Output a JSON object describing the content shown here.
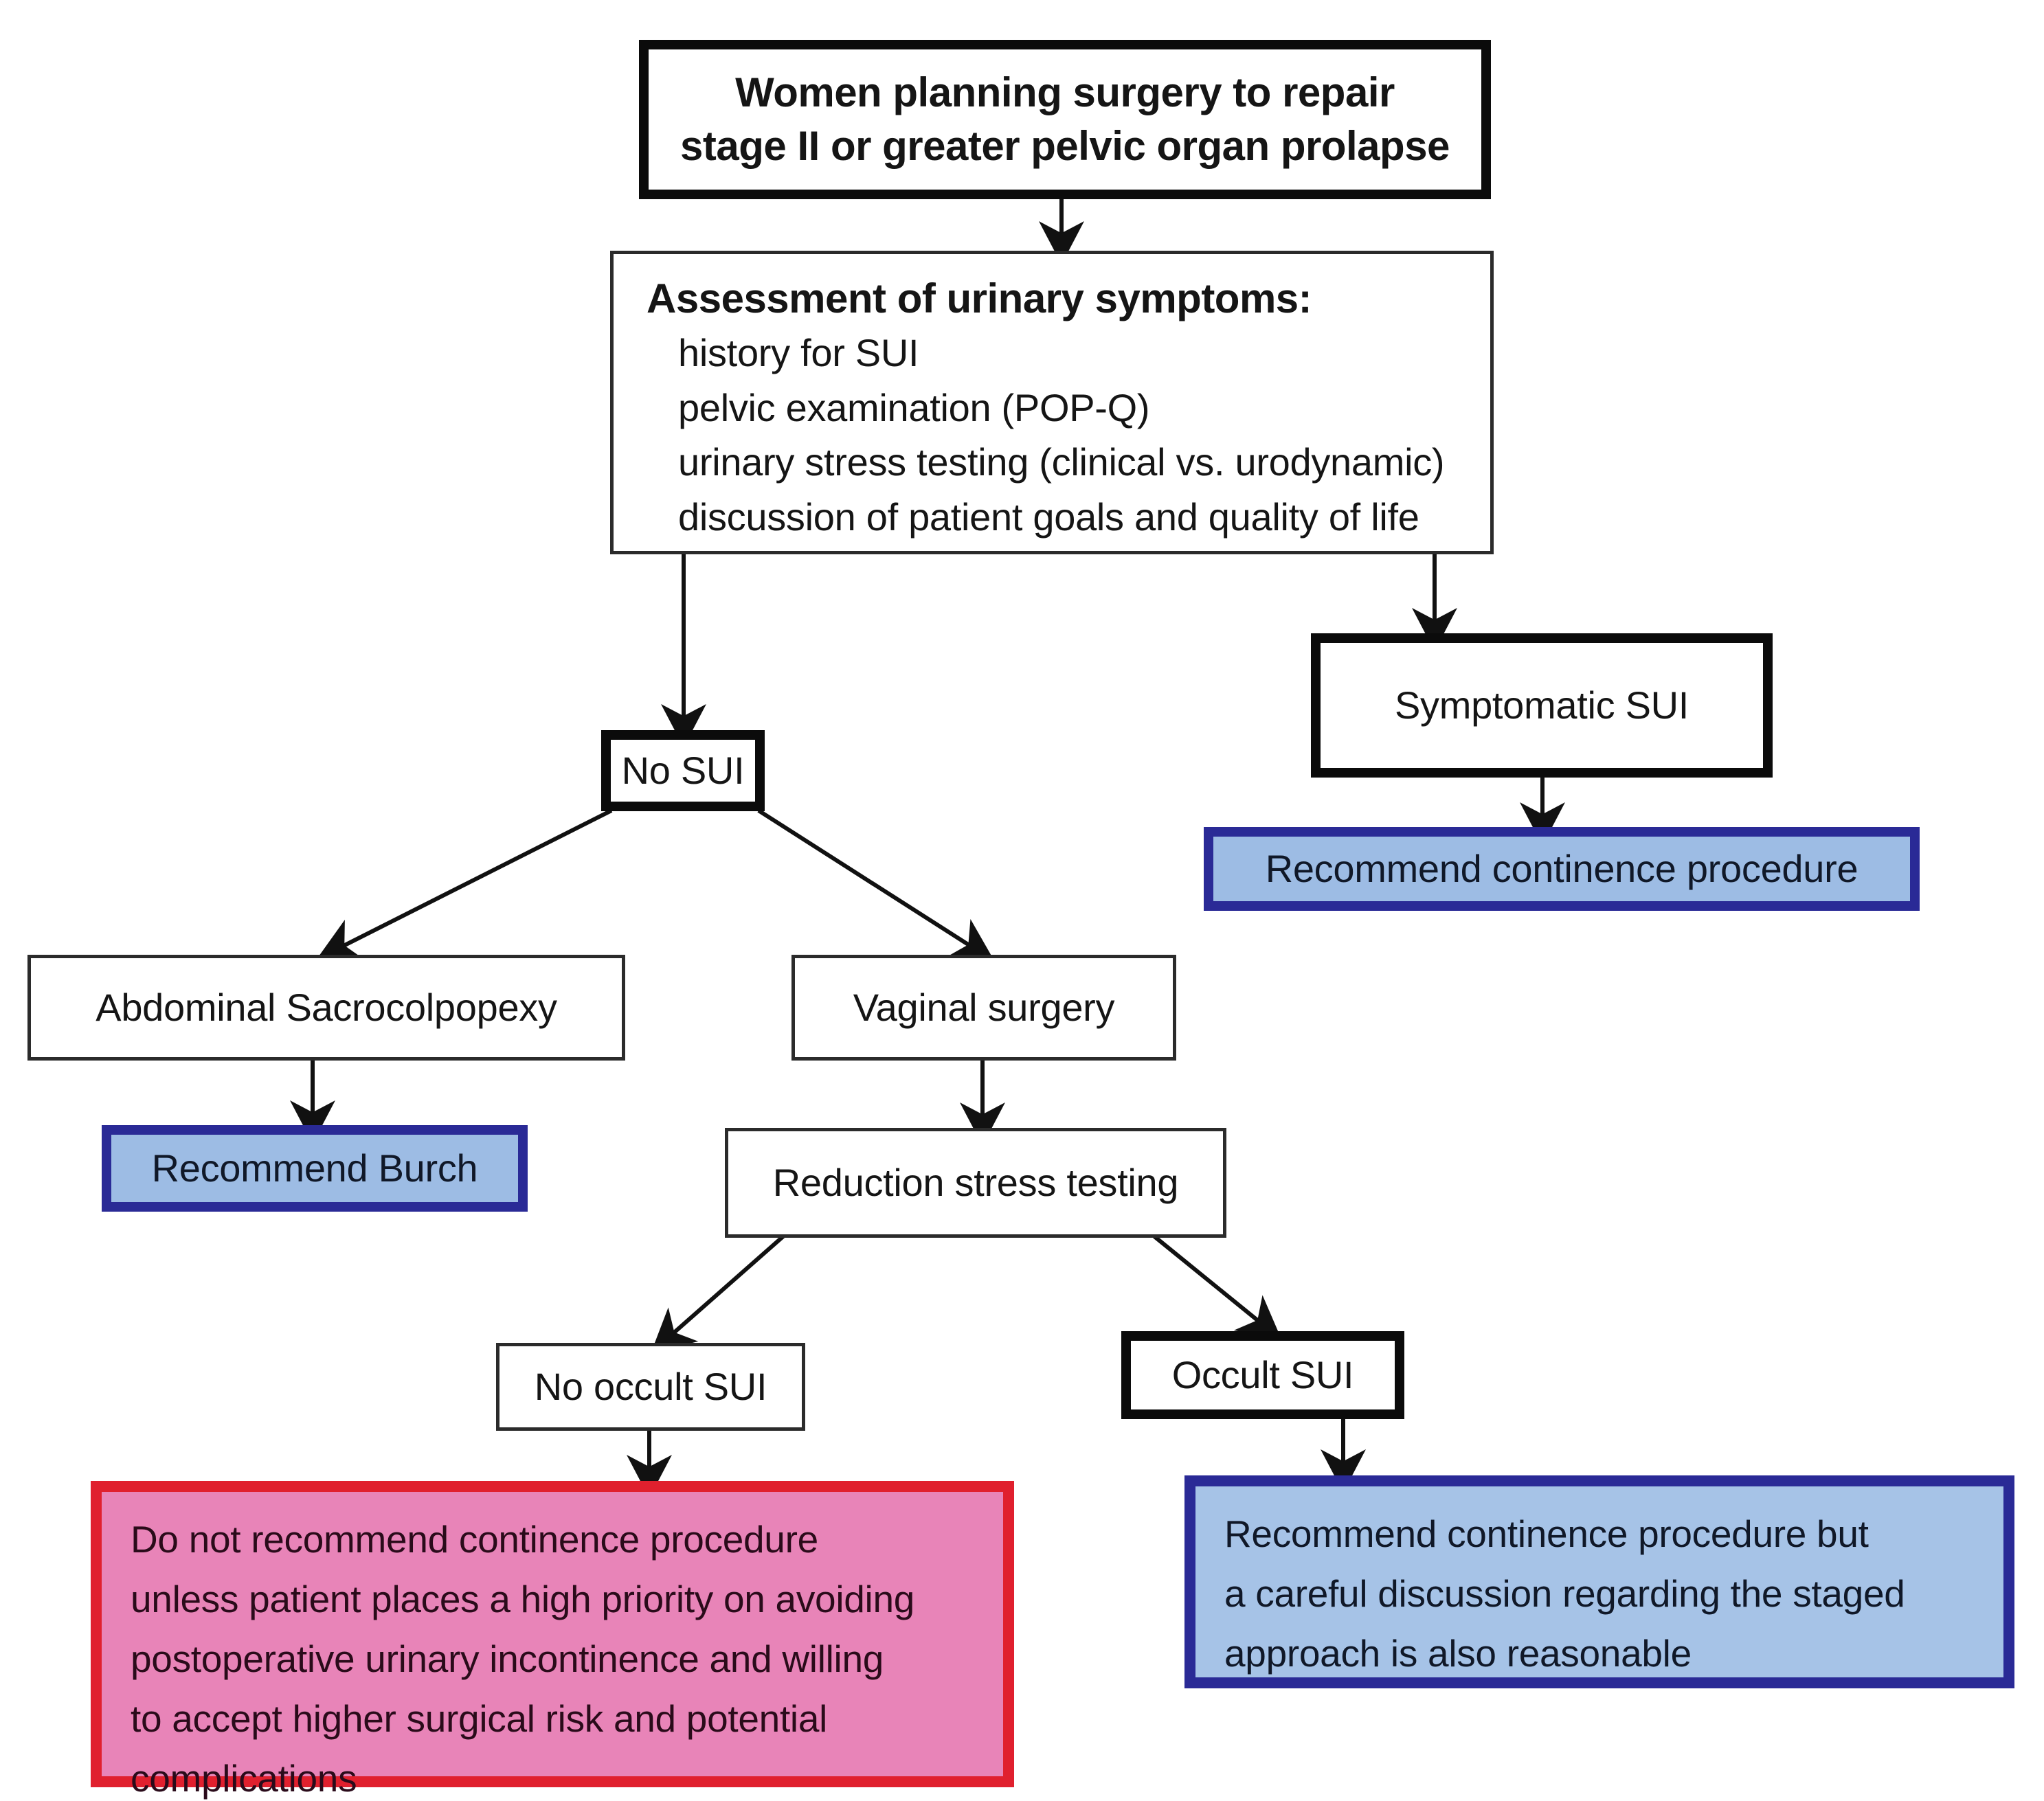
{
  "diagram": {
    "title": "Clinical decision algorithm for management of stress urinary incontinence in women undergoing pelvic organ prolapse repair",
    "type": "flowchart"
  },
  "nodes": {
    "start": {
      "id": "start",
      "style": "thick-black-box",
      "lines": [
        "Women planning surgery to repair",
        "stage II or greater pelvic organ prolapse"
      ]
    },
    "assessment": {
      "id": "assessment",
      "style": "thin-black-box",
      "heading": "Assessment of urinary symptoms:",
      "items": [
        "history for SUI",
        "pelvic examination (POP-Q)",
        "urinary stress testing (clinical vs. urodynamic)",
        "discussion of patient goals and quality of life"
      ]
    },
    "no_sui": {
      "id": "no-sui",
      "style": "thick-black-box",
      "label": "No SUI"
    },
    "symptomatic_sui": {
      "id": "symptomatic-sui",
      "style": "thick-black-box",
      "label": "Symptomatic SUI"
    },
    "recommend_continence": {
      "id": "recommend-continence-procedure",
      "style": "blue-box",
      "label": "Recommend continence procedure"
    },
    "abdominal_sacrocolpopexy": {
      "id": "abdominal-sacrocolpopexy",
      "style": "thin-black-box",
      "label": "Abdominal Sacrocolpopexy"
    },
    "vaginal_surgery": {
      "id": "vaginal-surgery",
      "style": "thin-black-box",
      "label": "Vaginal surgery"
    },
    "recommend_burch": {
      "id": "recommend-burch",
      "style": "blue-box",
      "label": "Recommend Burch"
    },
    "reduction_stress_testing": {
      "id": "reduction-stress-testing",
      "style": "thin-black-box",
      "label": "Reduction stress testing"
    },
    "no_occult_sui": {
      "id": "no-occult-sui",
      "style": "thin-black-box",
      "label": "No occult SUI"
    },
    "occult_sui": {
      "id": "occult-sui",
      "style": "thick-black-box",
      "label": "Occult SUI"
    },
    "do_not_recommend": {
      "id": "do-not-recommend-continence-procedure",
      "style": "pink-box",
      "lines": [
        "Do not recommend continence procedure",
        "unless patient places a high priority on avoiding",
        "postoperative urinary incontinence and willing",
        "to accept higher surgical risk and potential",
        "complications"
      ]
    },
    "recommend_staged": {
      "id": "recommend-continence-procedure-staged",
      "style": "blue-box",
      "lines": [
        "Recommend continence procedure but",
        "a careful discussion regarding the staged",
        "approach is also reasonable"
      ]
    }
  },
  "edges": [
    {
      "from": "start",
      "to": "assessment"
    },
    {
      "from": "assessment",
      "to": "no_sui"
    },
    {
      "from": "assessment",
      "to": "symptomatic_sui"
    },
    {
      "from": "symptomatic_sui",
      "to": "recommend_continence"
    },
    {
      "from": "no_sui",
      "to": "abdominal_sacrocolpopexy"
    },
    {
      "from": "no_sui",
      "to": "vaginal_surgery"
    },
    {
      "from": "abdominal_sacrocolpopexy",
      "to": "recommend_burch"
    },
    {
      "from": "vaginal_surgery",
      "to": "reduction_stress_testing"
    },
    {
      "from": "reduction_stress_testing",
      "to": "no_occult_sui"
    },
    {
      "from": "reduction_stress_testing",
      "to": "occult_sui"
    },
    {
      "from": "no_occult_sui",
      "to": "do_not_recommend"
    },
    {
      "from": "occult_sui",
      "to": "recommend_staged"
    }
  ],
  "colors": {
    "background": "#ffffff",
    "box_border_thin": "#2b2b2b",
    "box_border_thick": "#0b0b0b",
    "blue_fill": "#9dbce4",
    "blue_border": "#2a2a96",
    "pink_fill": "#e884b8",
    "pink_border": "#e0202e",
    "text": "#151515",
    "connector": "#111111"
  }
}
